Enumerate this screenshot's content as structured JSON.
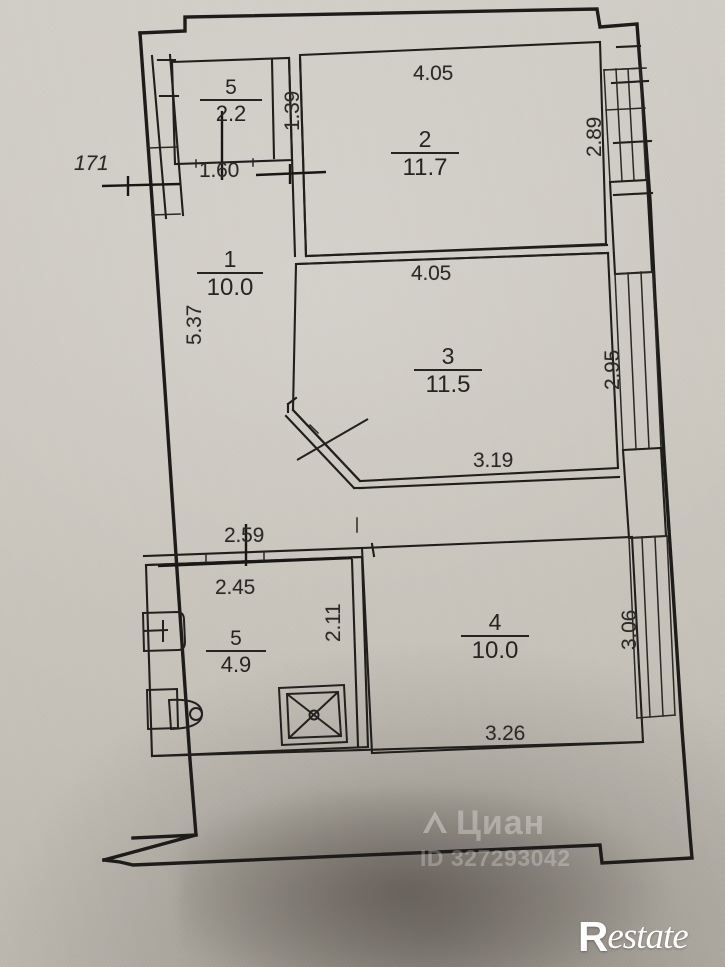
{
  "document": {
    "type": "apartment-floor-plan",
    "description": "Scanned / photographed technical floor plan of a two-room apartment"
  },
  "rooms": [
    {
      "number": "1",
      "area": "10.0"
    },
    {
      "number": "2",
      "area": "11.7"
    },
    {
      "number": "3",
      "area": "11.5"
    },
    {
      "number": "4",
      "area": "10.0"
    },
    {
      "number": "5",
      "area": "2.2"
    },
    {
      "number": "5",
      "area": "4.9"
    }
  ],
  "dimensions": {
    "top_room2_width": "4.05",
    "room2_right_height": "2.89",
    "room3_top_width": "4.05",
    "room3_right_height": "2.95",
    "room3_bottom_width": "3.19",
    "room4_right_height": "3.06",
    "room4_bottom_width": "3.26",
    "hall_left_height": "5.37",
    "hall_top_width": "1.60",
    "store_right_height": "1.39",
    "left_marker": "171",
    "bath_outer_width": "2.59",
    "bath_inner_width": "2.45",
    "bath_right_height": "2.11"
  },
  "watermarks": {
    "cian_brand": "Циан",
    "cian_id": "ID 327293042",
    "restate_mark": "R",
    "restate_name": "estate"
  },
  "colors": {
    "paper": "#cdc9c1",
    "ink": "#1d1c1a",
    "watermark": "#ffffff"
  }
}
